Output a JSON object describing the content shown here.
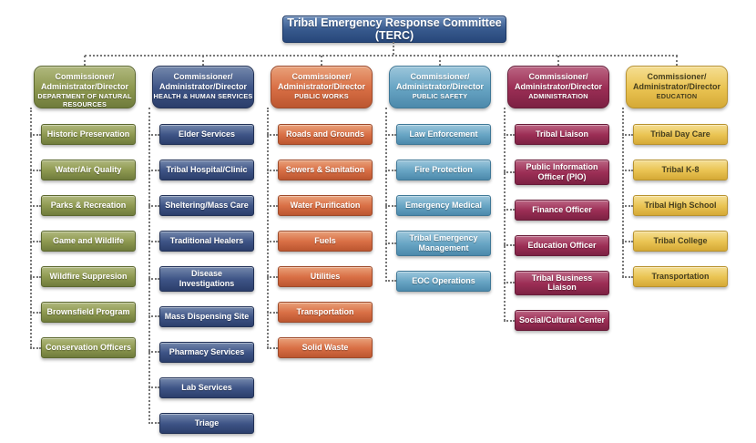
{
  "title": "Tribal Emergency Response Committee (TERC)",
  "title_colors": {
    "light": "#6A8CBA",
    "base": "#37598D",
    "dark": "#27477A",
    "border": "#1C3866",
    "text": "#FFFFFF"
  },
  "connector_color": "#777777",
  "columns": [
    {
      "id": "natural-resources",
      "header": {
        "role_line1": "Commissioner/",
        "role_line2": "Administrator/Director",
        "department": "DEPARTMENT OF NATURAL RESOURCES"
      },
      "colors": {
        "light": "#B0B87E",
        "base": "#8E9950",
        "dark": "#6F7B3C",
        "border": "#5C682F",
        "text": "#FFFFFF"
      },
      "items": [
        "Historic Preservation",
        "Water/Air Quality",
        "Parks & Recreation",
        "Game and Wildlife",
        "Wildfire Suppresion",
        "Brownsfield Program",
        "Conservation Officers"
      ]
    },
    {
      "id": "health-human-services",
      "header": {
        "role_line1": "Commissioner/",
        "role_line2": "Administrator/Director",
        "department": "HEALTH & HUMAN SERVICES"
      },
      "colors": {
        "light": "#7488AC",
        "base": "#3E5486",
        "dark": "#2B3E6B",
        "border": "#223257",
        "text": "#FFFFFF"
      },
      "items": [
        "Elder Services",
        "Tribal Hospital/Clinic",
        "Sheltering/Mass Care",
        "Traditional Healers",
        "Disease Investigations",
        "Mass Dispensing Site",
        "Pharmacy Services",
        "Lab Services",
        "Triage"
      ]
    },
    {
      "id": "public-works",
      "header": {
        "role_line1": "Commissioner/",
        "role_line2": "Administrator/Director",
        "department": "PUBLIC WORKS"
      },
      "colors": {
        "light": "#E9A17A",
        "base": "#D96F45",
        "dark": "#BB5630",
        "border": "#9E4A2A",
        "text": "#FFFFFF"
      },
      "items": [
        "Roads and Grounds",
        "Sewers & Sanitation",
        "Water Purification",
        "Fuels",
        "Utilities",
        "Transportation",
        "Solid Waste"
      ]
    },
    {
      "id": "public-safety",
      "header": {
        "role_line1": "Commissioner/",
        "role_line2": "Administrator/Director",
        "department": "PUBLIC SAFETY"
      },
      "colors": {
        "light": "#9CC6DB",
        "base": "#68A5C4",
        "dark": "#4C89AB",
        "border": "#3F7897",
        "text": "#FFFFFF"
      },
      "items": [
        "Law Enforcement",
        "Fire Protection",
        "Emergency Medical",
        "Tribal Emergency Management",
        "EOC Operations"
      ]
    },
    {
      "id": "administration",
      "header": {
        "role_line1": "Commissioner/",
        "role_line2": "Administrator/Director",
        "department": "ADMINISTRATION"
      },
      "colors": {
        "light": "#BB6583",
        "base": "#9C2E55",
        "dark": "#7C2143",
        "border": "#671B38",
        "text": "#FFFFFF"
      },
      "items": [
        "Tribal Liaison",
        "Public Information Officer (PIO)",
        "Finance Officer",
        "Education Officer",
        "Tribal Business Liaison",
        "Social/Cultural Center"
      ]
    },
    {
      "id": "education",
      "header": {
        "role_line1": "Commissioner/",
        "role_line2": "Administrator/Director",
        "department": "EDUCATION"
      },
      "colors": {
        "light": "#F5DE92",
        "base": "#EAC453",
        "dark": "#D5A936",
        "border": "#B8922E",
        "text": "#453E1E"
      },
      "items": [
        "Tribal Day Care",
        "Tribal K-8",
        "Tribal High School",
        "Tribal College",
        "Transportation"
      ]
    }
  ]
}
